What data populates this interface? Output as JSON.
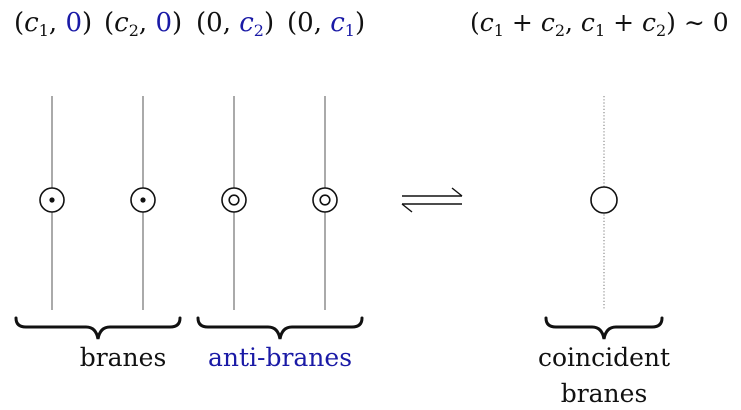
{
  "labels": {
    "brane1": {
      "open": "(",
      "c": "c",
      "sub": "1",
      "comma": ", ",
      "zero": "0",
      "close": ")"
    },
    "brane2": {
      "open": "(",
      "c": "c",
      "sub": "2",
      "comma": ", ",
      "zero": "0",
      "close": ")"
    },
    "anti1": {
      "open": "(",
      "zero": "0",
      "comma": ", ",
      "c": "c",
      "sub": "2",
      "close": ")"
    },
    "anti2": {
      "open": "(",
      "zero": "0",
      "comma": ", ",
      "c": "c",
      "sub": "1",
      "close": ")"
    },
    "result": {
      "open": "(",
      "c1": "c",
      "s1": "1",
      "plus1": " + ",
      "c2": "c",
      "s2": "2",
      "comma": ", ",
      "c3": "c",
      "s3": "1",
      "plus2": " + ",
      "c4": "c",
      "s4": "2",
      "close": ")",
      "tail": " ∼ 0"
    }
  },
  "captions": {
    "branes": "branes",
    "anti_branes": "anti-branes",
    "coincident_line1": "coincident",
    "coincident_line2": "branes"
  },
  "colors": {
    "charge_blue": "#1a1aa6",
    "ink": "#111111",
    "line_gray": "#555555"
  },
  "symbols": {
    "equilibrium": "⇌ (harpoon equilibrium arrows)"
  }
}
